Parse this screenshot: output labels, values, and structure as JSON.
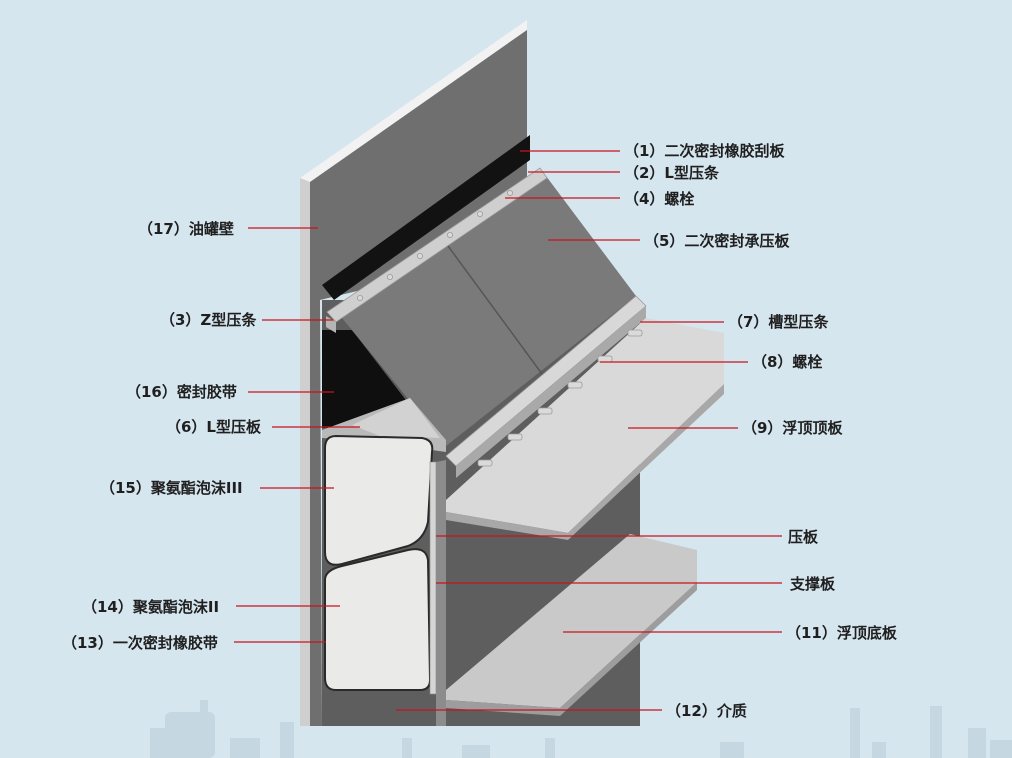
{
  "background_color": "#d6e6ef",
  "leader_color": "#c8141e",
  "labels": {
    "l1": "（1）二次密封橡胶刮板",
    "l2": "（2）L型压条",
    "l3": "（3）Z型压条",
    "l4": "（4）螺栓",
    "l5": "（5）二次密封承压板",
    "l6": "（6）L型压板",
    "l7": "（7）槽型压条",
    "l8": "（8）螺栓",
    "l9": "（9）浮顶顶板",
    "l11": "（11）浮顶底板",
    "l12": "（12）介质",
    "l13": "（13）一次密封橡胶带",
    "l14": "（14）聚氨酯泡沫II",
    "l15": "（15）聚氨酯泡沫III",
    "l16": "（16）密封胶带",
    "l17": "（17）油罐壁",
    "press_plate": "压板",
    "support_plate": "支撑板"
  }
}
